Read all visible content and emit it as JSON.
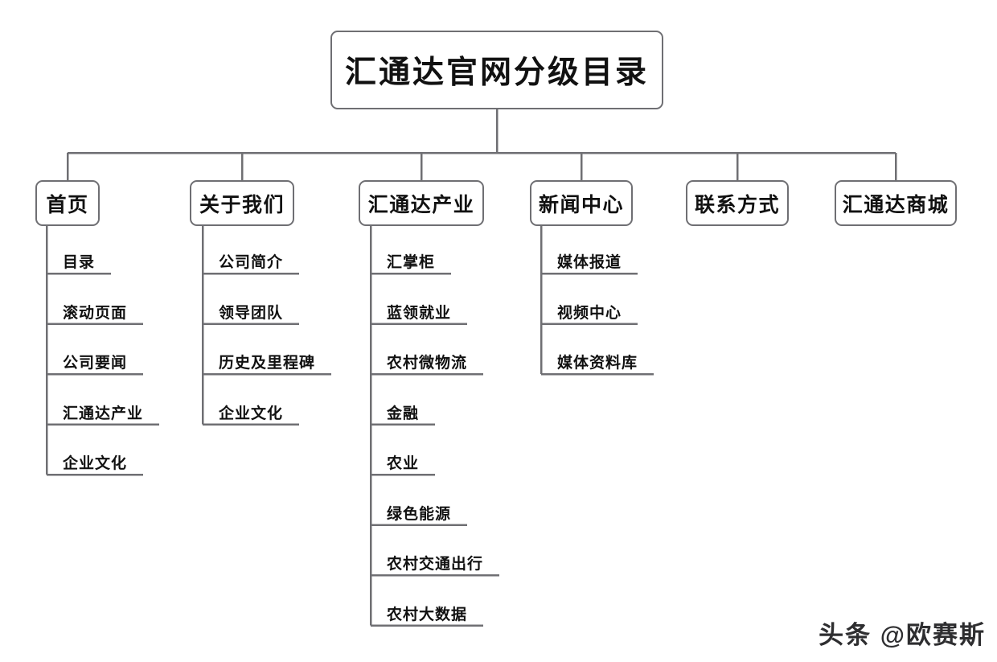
{
  "diagram": {
    "title": "汇通达官网分级目录",
    "root": {
      "label": "汇通达官网分级目录"
    },
    "line_color": "#6f6f73",
    "text_color": "#111111",
    "background": "#ffffff",
    "branches": [
      {
        "label": "首页",
        "children": [
          {
            "label": "目录"
          },
          {
            "label": "滚动页面"
          },
          {
            "label": "公司要闻"
          },
          {
            "label": "汇通达产业"
          },
          {
            "label": "企业文化"
          }
        ]
      },
      {
        "label": "关于我们",
        "children": [
          {
            "label": "公司简介"
          },
          {
            "label": "领导团队"
          },
          {
            "label": "历史及里程碑"
          },
          {
            "label": "企业文化"
          }
        ]
      },
      {
        "label": "汇通达产业",
        "children": [
          {
            "label": "汇掌柜"
          },
          {
            "label": "蓝领就业"
          },
          {
            "label": "农村微物流"
          },
          {
            "label": "金融"
          },
          {
            "label": "农业"
          },
          {
            "label": "绿色能源"
          },
          {
            "label": "农村交通出行"
          },
          {
            "label": "农村大数据"
          }
        ]
      },
      {
        "label": "新闻中心",
        "children": [
          {
            "label": "媒体报道"
          },
          {
            "label": "视频中心"
          },
          {
            "label": "媒体资料库"
          }
        ]
      },
      {
        "label": "联系方式",
        "children": []
      },
      {
        "label": "汇通达商城",
        "children": []
      }
    ]
  },
  "watermark": {
    "source": "头条",
    "handle": "@欧赛斯"
  }
}
